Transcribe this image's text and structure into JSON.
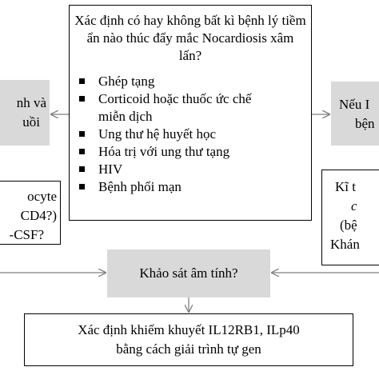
{
  "main": {
    "title": "Xác định có hay không bất kì bệnh lý tiềm ẩn nào thúc đẩy mắc Nocardiosis xâm lấn?",
    "items": [
      {
        "label": "Ghép tạng",
        "cont": ""
      },
      {
        "label": "Corticoid hoặc thuốc ức chế",
        "cont": "miễn dịch"
      },
      {
        "label": "Ung thư hệ huyết học",
        "cont": ""
      },
      {
        "label": "Hóa trị với ung thư tạng",
        "cont": ""
      },
      {
        "label": "HIV",
        "cont": ""
      },
      {
        "label": "Bệnh phổi mạn",
        "cont": ""
      }
    ]
  },
  "left_shaded": {
    "line1": "nh và",
    "line2": "uồi"
  },
  "right_shaded": {
    "line1": "Nếu I",
    "line2": "bện"
  },
  "left_box": {
    "line1": "ocyte",
    "line2": "CD4?)",
    "line3": "-CSF?"
  },
  "right_box": {
    "line1": "Kĩ t",
    "line2": "c",
    "line3": "(bệ",
    "line4": "Khán"
  },
  "negative_box": {
    "label": "Khảo sát âm tính?"
  },
  "bottom_box": {
    "line1": "Xác định khiếm khuyết IL12RB1, ILp40",
    "line2": "bằng cách giải trình tự gen"
  },
  "colors": {
    "shaded_fill": "#d9d9d9",
    "connector": "#7f7f7f",
    "border": "#000000"
  }
}
